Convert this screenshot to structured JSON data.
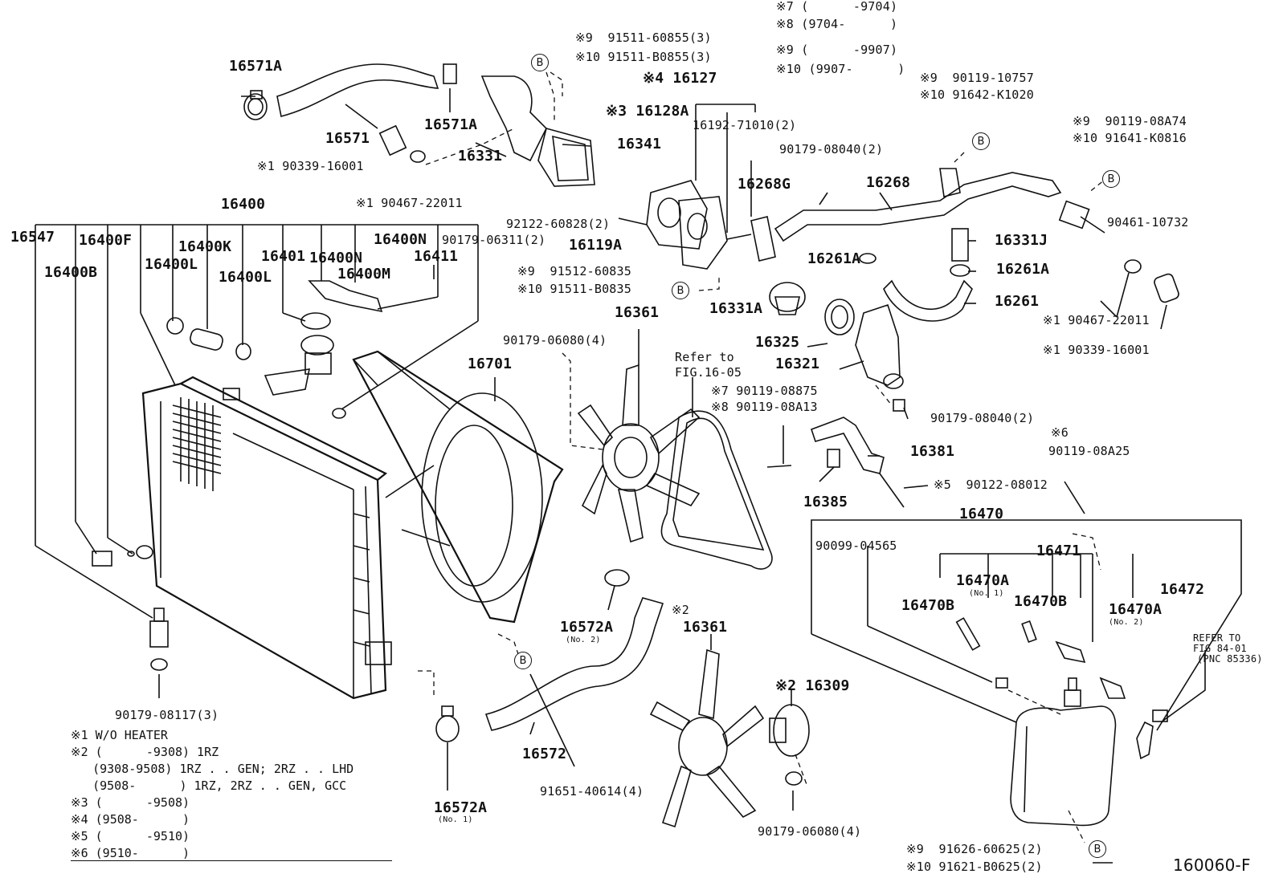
{
  "figure_id": "160060-F",
  "legend": [
    "※1 W/O HEATER",
    "※2 (      -9308) 1RZ",
    "   (9308-9508) 1RZ . . GEN; 2RZ . . LHD",
    "   (9508-      ) 1RZ, 2RZ . . GEN, GCC",
    "※3 (      -9508)",
    "※4 (9508-      )",
    "※5 (      -9510)",
    "※6 (9510-      )"
  ],
  "b_mark": "B",
  "labels": [
    {
      "id": "p16571A_a",
      "text": "16571A"
    },
    {
      "id": "p16571",
      "text": "16571"
    },
    {
      "id": "p16571A_b",
      "text": "16571A"
    },
    {
      "id": "n90339_left",
      "text": "※1 90339-16001"
    },
    {
      "id": "n90467_left",
      "text": "※1 90467-22011"
    },
    {
      "id": "n91511_60855",
      "text": "※9  91511-60855(3)"
    },
    {
      "id": "n91511_B0855",
      "text": "※10 91511-B0855(3)"
    },
    {
      "id": "p16331",
      "text": "16331"
    },
    {
      "id": "p16341",
      "text": "16341"
    },
    {
      "id": "p16127",
      "text": "※4 16127"
    },
    {
      "id": "p16128A",
      "text": "※3 16128A"
    },
    {
      "id": "n16192",
      "text": "16192-71010(2)"
    },
    {
      "id": "r7",
      "text": "※7 (      -9704)"
    },
    {
      "id": "r8",
      "text": "※8 (9704-      )"
    },
    {
      "id": "r9",
      "text": "※9 (      -9907)"
    },
    {
      "id": "r10",
      "text": "※10 (9907-      )"
    },
    {
      "id": "n90119_10757",
      "text": "※9  90119-10757"
    },
    {
      "id": "n91642",
      "text": "※10 91642-K1020"
    },
    {
      "id": "n90119_08A74",
      "text": "※9  90119-08A74"
    },
    {
      "id": "n91641",
      "text": "※10 91641-K0816"
    },
    {
      "id": "n90179_08040_a",
      "text": "90179-08040(2)"
    },
    {
      "id": "p16268G",
      "text": "16268G"
    },
    {
      "id": "p16268",
      "text": "16268"
    },
    {
      "id": "n90461",
      "text": "90461-10732"
    },
    {
      "id": "p16331J",
      "text": "16331J"
    },
    {
      "id": "p16261A_a",
      "text": "16261A"
    },
    {
      "id": "p16261A_b",
      "text": "16261A"
    },
    {
      "id": "p16261",
      "text": "16261"
    },
    {
      "id": "n90467_right",
      "text": "※1 90467-22011"
    },
    {
      "id": "n90339_right",
      "text": "※1 90339-16001"
    },
    {
      "id": "p16400",
      "text": "16400"
    },
    {
      "id": "p16547",
      "text": "16547"
    },
    {
      "id": "p16400F",
      "text": "16400F"
    },
    {
      "id": "p16400K",
      "text": "16400K"
    },
    {
      "id": "p16400N_a",
      "text": "16400N"
    },
    {
      "id": "n90179_06311",
      "text": "90179-06311(2)"
    },
    {
      "id": "n92122",
      "text": "92122-60828(2)"
    },
    {
      "id": "p16119A",
      "text": "16119A"
    },
    {
      "id": "p16400B",
      "text": "16400B"
    },
    {
      "id": "p16400L_a",
      "text": "16400L"
    },
    {
      "id": "p16401",
      "text": "16401"
    },
    {
      "id": "p16400N_b",
      "text": "16400N"
    },
    {
      "id": "p16411",
      "text": "16411"
    },
    {
      "id": "p16400L_b",
      "text": "16400L"
    },
    {
      "id": "p16400M",
      "text": "16400M"
    },
    {
      "id": "n91512",
      "text": "※9  91512-60835"
    },
    {
      "id": "n91511_B0835",
      "text": "※10 91511-B0835"
    },
    {
      "id": "p16331A",
      "text": "16331A"
    },
    {
      "id": "p16325",
      "text": "16325"
    },
    {
      "id": "p16321",
      "text": "16321"
    },
    {
      "id": "p16361_a",
      "text": "16361"
    },
    {
      "id": "p16701",
      "text": "16701"
    },
    {
      "id": "n90179_06080_a",
      "text": "90179-06080(4)"
    },
    {
      "id": "refer1",
      "text": "Refer to"
    },
    {
      "id": "refer2",
      "text": "FIG.16-05"
    },
    {
      "id": "n90119_08875",
      "text": "※7 90119-08875"
    },
    {
      "id": "n90119_08A13",
      "text": "※8 90119-08A13"
    },
    {
      "id": "n90179_08040_b",
      "text": "90179-08040(2)"
    },
    {
      "id": "p6",
      "text": "※6"
    },
    {
      "id": "n90119_08A25",
      "text": "90119-08A25"
    },
    {
      "id": "p16381",
      "text": "16381"
    },
    {
      "id": "n90122",
      "text": "※5  90122-08012"
    },
    {
      "id": "p16385",
      "text": "16385"
    },
    {
      "id": "p16470",
      "text": "16470"
    },
    {
      "id": "n90099",
      "text": "90099-04565"
    },
    {
      "id": "p16471",
      "text": "16471"
    },
    {
      "id": "p16470A_a",
      "text": "16470A"
    },
    {
      "id": "no1_a",
      "text": "(No. 1)"
    },
    {
      "id": "p16472",
      "text": "16472"
    },
    {
      "id": "p16470B_a",
      "text": "16470B"
    },
    {
      "id": "p16470B_b",
      "text": "16470B"
    },
    {
      "id": "p16470A_b",
      "text": "16470A"
    },
    {
      "id": "no2_a",
      "text": "(No. 2)"
    },
    {
      "id": "refer84a",
      "text": "REFER TO"
    },
    {
      "id": "refer84b",
      "text": "FIG 84-01"
    },
    {
      "id": "refer84c",
      "text": "(PNC 85336)"
    },
    {
      "id": "p2_a",
      "text": "※2"
    },
    {
      "id": "p16361_b",
      "text": "16361"
    },
    {
      "id": "p16572A_a",
      "text": "16572A"
    },
    {
      "id": "no2_b",
      "text": "(No. 2)"
    },
    {
      "id": "p16309",
      "text": "※2 16309"
    },
    {
      "id": "p16572",
      "text": "16572"
    },
    {
      "id": "n91651",
      "text": "91651-40614(4)"
    },
    {
      "id": "n90179_08117",
      "text": "90179-08117(3)"
    },
    {
      "id": "p16572A_b",
      "text": "16572A"
    },
    {
      "id": "no1_b",
      "text": "(No. 1)"
    },
    {
      "id": "n90179_06080_b",
      "text": "90179-06080(4)"
    },
    {
      "id": "n91626",
      "text": "※9  91626-60625(2)"
    },
    {
      "id": "n91621",
      "text": "※10 91621-B0625(2)"
    },
    {
      "id": "figid",
      "text": "160060-F"
    }
  ]
}
